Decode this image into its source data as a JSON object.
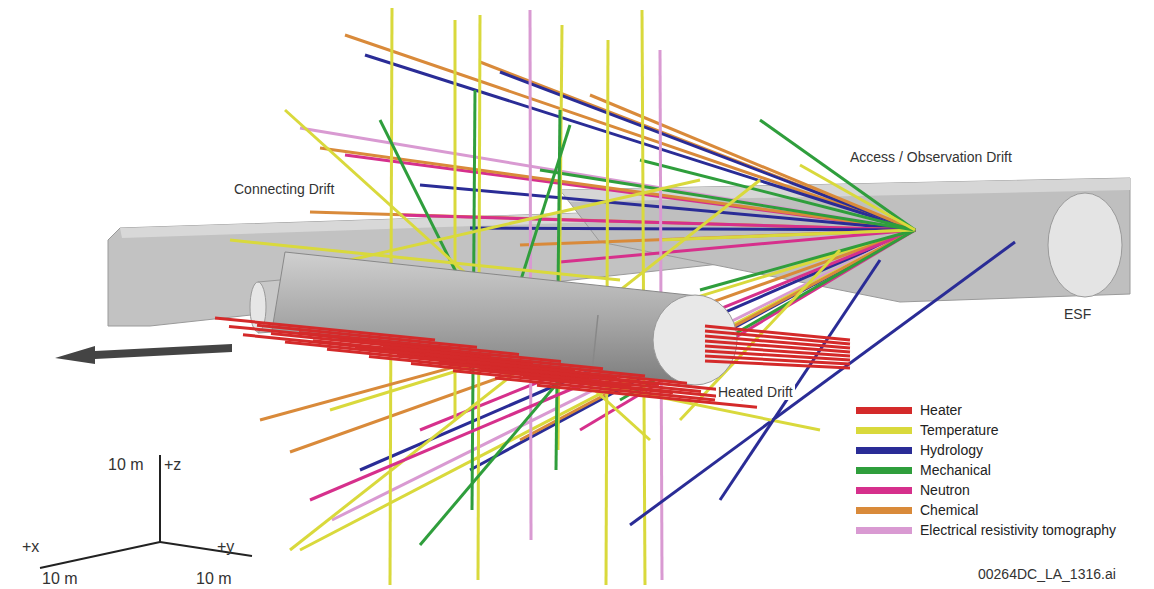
{
  "diagram": {
    "labels": [
      "Connecting Drift",
      "Access / Observation Drift",
      "Heated Drift",
      "ESF",
      "10 m",
      "+z",
      "+x",
      "10 m",
      "+y",
      "10 m",
      "00264DC_LA_1316.ai"
    ],
    "legend": [
      {
        "text": "Heater",
        "color": "#d42a2a"
      },
      {
        "text": "Temperature",
        "color": "#d9d93c"
      },
      {
        "text": "Hydrology",
        "color": "#2a2c96"
      },
      {
        "text": "Mechanical",
        "color": "#2f9e3c"
      },
      {
        "text": "Neutron",
        "color": "#d6308c"
      },
      {
        "text": "Chemical",
        "color": "#d98a3a"
      },
      {
        "text": "Electrical resistivity tomography",
        "color": "#d99ad2"
      }
    ]
  }
}
